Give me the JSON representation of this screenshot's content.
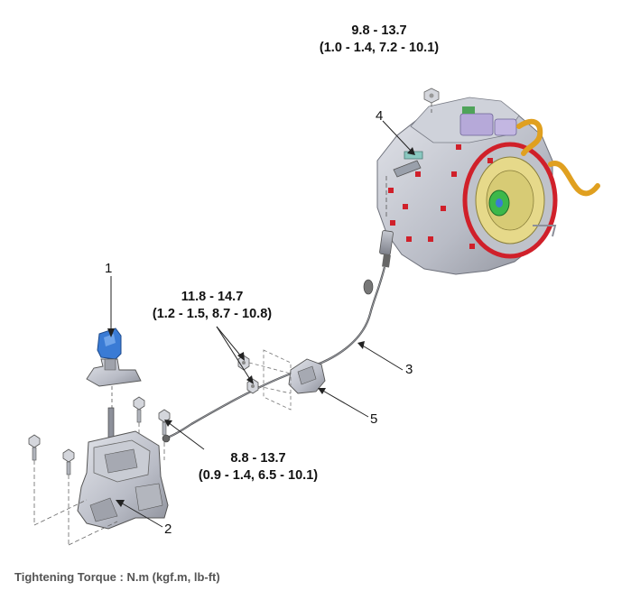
{
  "torques": {
    "transaxle_bolt": {
      "nm": "9.8 - 13.7",
      "conv": "(1.0 - 1.4, 7.2 - 10.1)"
    },
    "bracket_nuts": {
      "nm": "11.8 - 14.7",
      "conv": "(1.2 - 1.5, 8.7 - 10.8)"
    },
    "shifter_bolts": {
      "nm": "8.8 - 13.7",
      "conv": "(0.9 - 1.4, 6.5 - 10.1)"
    }
  },
  "callouts": [
    "1",
    "2",
    "3",
    "4",
    "5"
  ],
  "caption": "Tightening Torque : N.m (kgf.m, lb-ft)",
  "colors": {
    "knob_blue": "#3a7bd5",
    "seal_red": "#d0202a",
    "hose_orange": "#e0a020",
    "rotor_green": "#3cb84a",
    "metal_gray": "#b9bcc6"
  }
}
